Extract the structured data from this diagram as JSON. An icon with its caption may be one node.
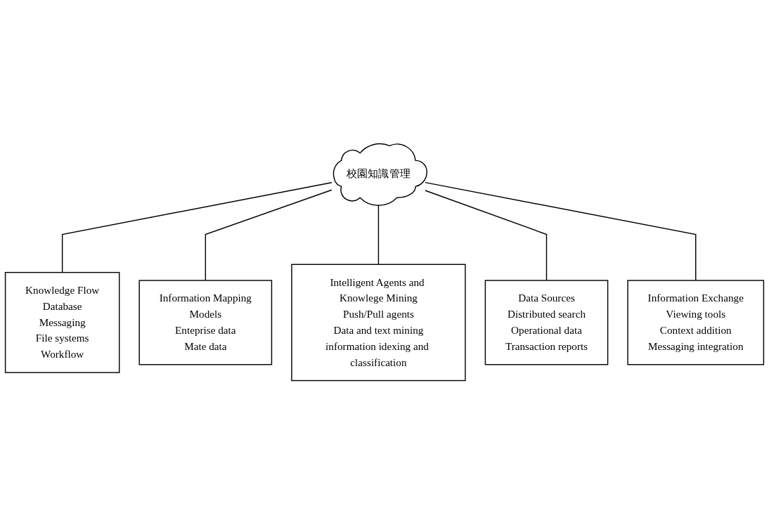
{
  "diagram": {
    "nodes": [
      {
        "text": [
          "校園知識管理"
        ]
      },
      {
        "text": [
          "Knowledge Flow",
          "Database",
          "Messaging",
          "File systems",
          "Workflow"
        ]
      },
      {
        "text": [
          "Information Mapping",
          "Models",
          "Enteprise data",
          "Mate data"
        ]
      },
      {
        "text": [
          "Data Sources",
          "Distributed search",
          "Operational data",
          "Transaction reports"
        ]
      },
      {
        "text": [
          "Information Exchange",
          "Viewing tools",
          "Context addition",
          "Messaging integration"
        ]
      },
      {
        "text": [
          "Intelligent Agents and Knowlege Mining",
          "Push/Pull agents",
          "Data and text mining",
          "information idexing and classification"
        ]
      }
    ],
    "edges": [
      {
        "from": 0,
        "to": 1,
        "arrow": "none"
      },
      {
        "from": 0,
        "to": 2,
        "arrow": "none"
      },
      {
        "from": 0,
        "to": 5,
        "arrow": "none"
      },
      {
        "from": 0,
        "to": 3,
        "arrow": "none"
      },
      {
        "from": 0,
        "to": 4,
        "arrow": "none"
      }
    ]
  }
}
